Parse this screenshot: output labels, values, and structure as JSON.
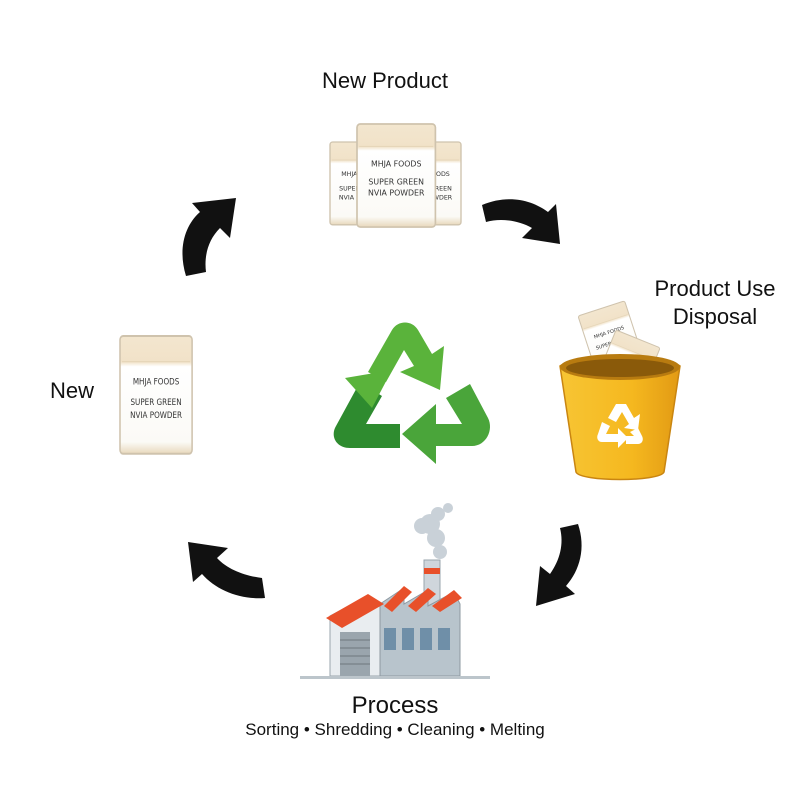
{
  "stages": {
    "new_product": "New Product",
    "product_use": "Product Use",
    "disposal": "Disposal",
    "new": "New",
    "process": "Process"
  },
  "process_steps": "Sorting • Shredding • Cleaning • Melting",
  "pouch": {
    "brand": "MHJA FOODS",
    "line1": "SUPER GREEN",
    "line2": "NVIA POWDER"
  },
  "colors": {
    "recycle_green": "#5ab33b",
    "recycle_dark_green": "#2e8b2f",
    "bin_yellow": "#f5b81f",
    "bin_dark": "#d9931a",
    "roof_red": "#e8502a",
    "factory_wall": "#b8c4cc",
    "arrow": "#111111",
    "pouch_top": "#f3e6cf",
    "pouch_body": "#ffffff"
  },
  "icons": [
    "recycle-icon",
    "factory-icon",
    "recycle-bin-icon",
    "pouch-icon",
    "cycle-arrow-icon"
  ]
}
